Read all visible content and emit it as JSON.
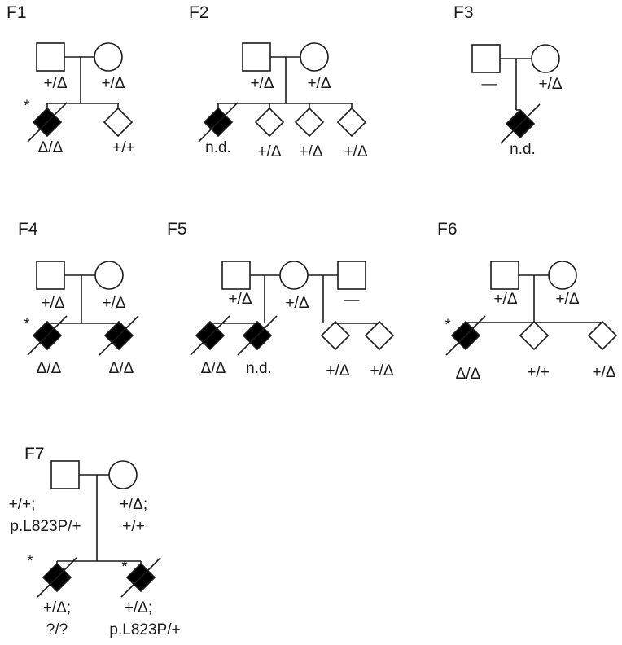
{
  "families": [
    {
      "label": "F1",
      "individuals": [
        {
          "sex": "male",
          "affected": false,
          "deceased": false,
          "proband": false,
          "genotype": [
            "+/Δ"
          ]
        },
        {
          "sex": "female",
          "affected": false,
          "deceased": false,
          "proband": false,
          "genotype": [
            "+/Δ"
          ]
        },
        {
          "sex": "unknown",
          "affected": true,
          "deceased": true,
          "proband": true,
          "genotype": [
            "Δ/Δ"
          ]
        },
        {
          "sex": "unknown",
          "affected": false,
          "deceased": false,
          "proband": false,
          "genotype": [
            "+/+"
          ]
        }
      ]
    },
    {
      "label": "F2",
      "individuals": [
        {
          "sex": "male",
          "affected": false,
          "deceased": false,
          "proband": false,
          "genotype": [
            "+/Δ"
          ]
        },
        {
          "sex": "female",
          "affected": false,
          "deceased": false,
          "proband": false,
          "genotype": [
            "+/Δ"
          ]
        },
        {
          "sex": "unknown",
          "affected": true,
          "deceased": true,
          "proband": false,
          "genotype": [
            "n.d."
          ]
        },
        {
          "sex": "unknown",
          "affected": false,
          "deceased": false,
          "proband": false,
          "genotype": [
            "+/Δ"
          ]
        },
        {
          "sex": "unknown",
          "affected": false,
          "deceased": false,
          "proband": false,
          "genotype": [
            "+/Δ"
          ]
        },
        {
          "sex": "unknown",
          "affected": false,
          "deceased": false,
          "proband": false,
          "genotype": [
            "+/Δ"
          ]
        }
      ]
    },
    {
      "label": "F3",
      "individuals": [
        {
          "sex": "male",
          "affected": false,
          "deceased": false,
          "proband": false,
          "genotype": [
            "—"
          ]
        },
        {
          "sex": "female",
          "affected": false,
          "deceased": false,
          "proband": false,
          "genotype": [
            "+/Δ"
          ]
        },
        {
          "sex": "unknown",
          "affected": true,
          "deceased": true,
          "proband": false,
          "genotype": [
            "n.d."
          ]
        }
      ]
    },
    {
      "label": "F4",
      "individuals": [
        {
          "sex": "male",
          "affected": false,
          "deceased": false,
          "proband": false,
          "genotype": [
            "+/Δ"
          ]
        },
        {
          "sex": "female",
          "affected": false,
          "deceased": false,
          "proband": false,
          "genotype": [
            "+/Δ"
          ]
        },
        {
          "sex": "unknown",
          "affected": true,
          "deceased": true,
          "proband": true,
          "genotype": [
            "Δ/Δ"
          ]
        },
        {
          "sex": "unknown",
          "affected": true,
          "deceased": true,
          "proband": false,
          "genotype": [
            "Δ/Δ"
          ]
        }
      ]
    },
    {
      "label": "F5",
      "individuals": [
        {
          "sex": "male",
          "affected": false,
          "deceased": false,
          "proband": false,
          "genotype": [
            "+/Δ"
          ]
        },
        {
          "sex": "female",
          "affected": false,
          "deceased": false,
          "proband": false,
          "genotype": [
            "+/Δ"
          ]
        },
        {
          "sex": "male",
          "affected": false,
          "deceased": false,
          "proband": false,
          "genotype": [
            "—"
          ]
        },
        {
          "sex": "unknown",
          "affected": true,
          "deceased": true,
          "proband": false,
          "genotype": [
            "Δ/Δ"
          ]
        },
        {
          "sex": "unknown",
          "affected": true,
          "deceased": true,
          "proband": false,
          "genotype": [
            "n.d."
          ]
        },
        {
          "sex": "unknown",
          "affected": false,
          "deceased": false,
          "proband": false,
          "genotype": [
            "+/Δ"
          ]
        },
        {
          "sex": "unknown",
          "affected": false,
          "deceased": false,
          "proband": false,
          "genotype": [
            "+/Δ"
          ]
        }
      ]
    },
    {
      "label": "F6",
      "individuals": [
        {
          "sex": "male",
          "affected": false,
          "deceased": false,
          "proband": false,
          "genotype": [
            "+/Δ"
          ]
        },
        {
          "sex": "female",
          "affected": false,
          "deceased": false,
          "proband": false,
          "genotype": [
            "+/Δ"
          ]
        },
        {
          "sex": "unknown",
          "affected": true,
          "deceased": true,
          "proband": true,
          "genotype": [
            "Δ/Δ"
          ]
        },
        {
          "sex": "unknown",
          "affected": false,
          "deceased": false,
          "proband": false,
          "genotype": [
            "+/+"
          ]
        },
        {
          "sex": "unknown",
          "affected": false,
          "deceased": false,
          "proband": false,
          "genotype": [
            "+/Δ"
          ]
        }
      ]
    },
    {
      "label": "F7",
      "individuals": [
        {
          "sex": "male",
          "affected": false,
          "deceased": false,
          "proband": false,
          "genotype": [
            "+/+;",
            "p.L823P/+"
          ]
        },
        {
          "sex": "female",
          "affected": false,
          "deceased": false,
          "proband": false,
          "genotype": [
            "+/Δ;",
            "+/+"
          ]
        },
        {
          "sex": "unknown",
          "affected": true,
          "deceased": true,
          "proband": true,
          "genotype": [
            "+/Δ;",
            "?/?"
          ]
        },
        {
          "sex": "unknown",
          "affected": true,
          "deceased": true,
          "proband": true,
          "genotype": [
            "+/Δ;",
            "p.L823P/+"
          ]
        }
      ]
    }
  ],
  "proband_marker": "*"
}
